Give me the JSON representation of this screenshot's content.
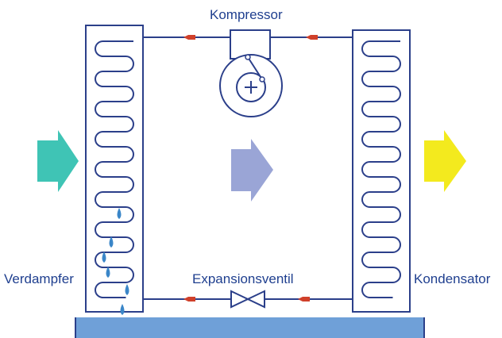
{
  "labels": {
    "compressor": "Kompressor",
    "evaporator": "Verdampfer",
    "expansion_valve": "Expansionsventil",
    "condenser": "Kondensator"
  },
  "colors": {
    "frame": "#2b3f8a",
    "pipe": "#2b3f8a",
    "coil": "#2b3f8a",
    "flow_marker": "#d0402a",
    "inlet_arrow": "#3fc4b5",
    "middle_arrow": "#9aa5d6",
    "outlet_arrow": "#f3ea1e",
    "water_drop": "#3a86c8",
    "tray": "#6fa0d8",
    "label_text": "#1f3f8f"
  },
  "icons": {
    "compressor": "compressor-icon",
    "valve": "expansion-valve-icon",
    "drop": "water-drop-icon",
    "flow": "flow-arrow-icon"
  }
}
